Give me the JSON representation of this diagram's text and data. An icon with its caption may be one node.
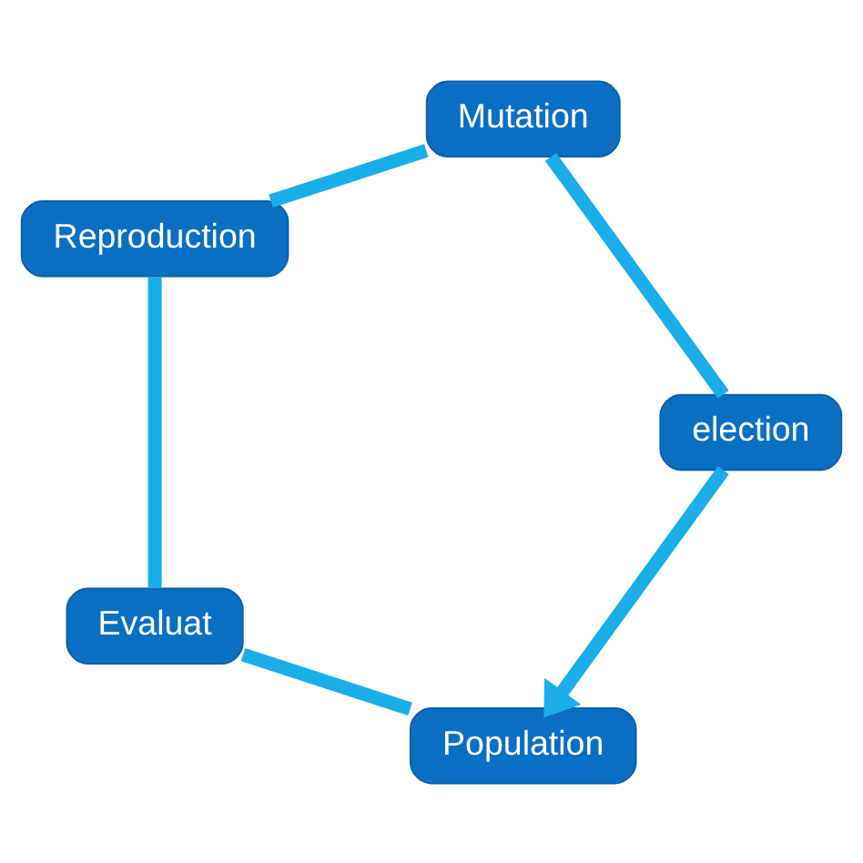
{
  "diagram": {
    "nodes": [
      {
        "text": [
          "Population"
        ]
      },
      {
        "text": [
          "Evaluat"
        ]
      },
      {
        "text": [
          "Reproduction"
        ]
      },
      {
        "text": [
          "Mutation"
        ]
      },
      {
        "text": [
          "election"
        ]
      }
    ],
    "edges": [
      {
        "from": 0,
        "to": 1,
        "arrow": "none"
      },
      {
        "from": 1,
        "to": 2,
        "arrow": "none"
      },
      {
        "from": 2,
        "to": 3,
        "arrow": "none"
      },
      {
        "from": 3,
        "to": 4,
        "arrow": "none"
      },
      {
        "from": 4,
        "to": 0,
        "arrow": "to"
      }
    ]
  }
}
